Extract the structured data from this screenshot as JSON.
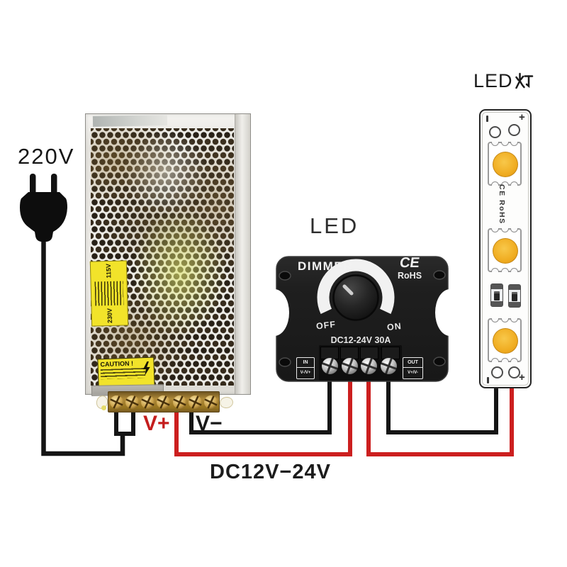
{
  "title_labels": {
    "ac_voltage": "220V",
    "dimmer_heading": "LED",
    "strip_heading": "LED灯",
    "strip_heading_prefix": "LED",
    "v_plus": "V+",
    "v_minus": "V−",
    "dc_range": "DC12V−24V"
  },
  "psu": {
    "selector_top": "115V",
    "selector_bottom": "230V",
    "caution_title": "CAUTION !"
  },
  "dimmer": {
    "brand": "DIMMER",
    "ce": "CE",
    "rohs": "RoHS",
    "off": "OFF",
    "on": "ON",
    "rating": "DC12-24V 30A",
    "in_title": "IN",
    "in_pins": "V-/V+",
    "out_title": "OUT",
    "out_pins": "V+/V-"
  },
  "strip": {
    "cert": "CE RoHS",
    "top_plus": "+",
    "bottom_plus": "+"
  },
  "colors": {
    "wire_red": "#cc1f1f",
    "wire_black": "#151515",
    "sticker_yellow": "#f2e32a",
    "led_yellow": "#f0ae24",
    "dimmer_body": "#202020",
    "psu_metal": "#ecebe6",
    "brass_terminal": "#b08a3a"
  }
}
